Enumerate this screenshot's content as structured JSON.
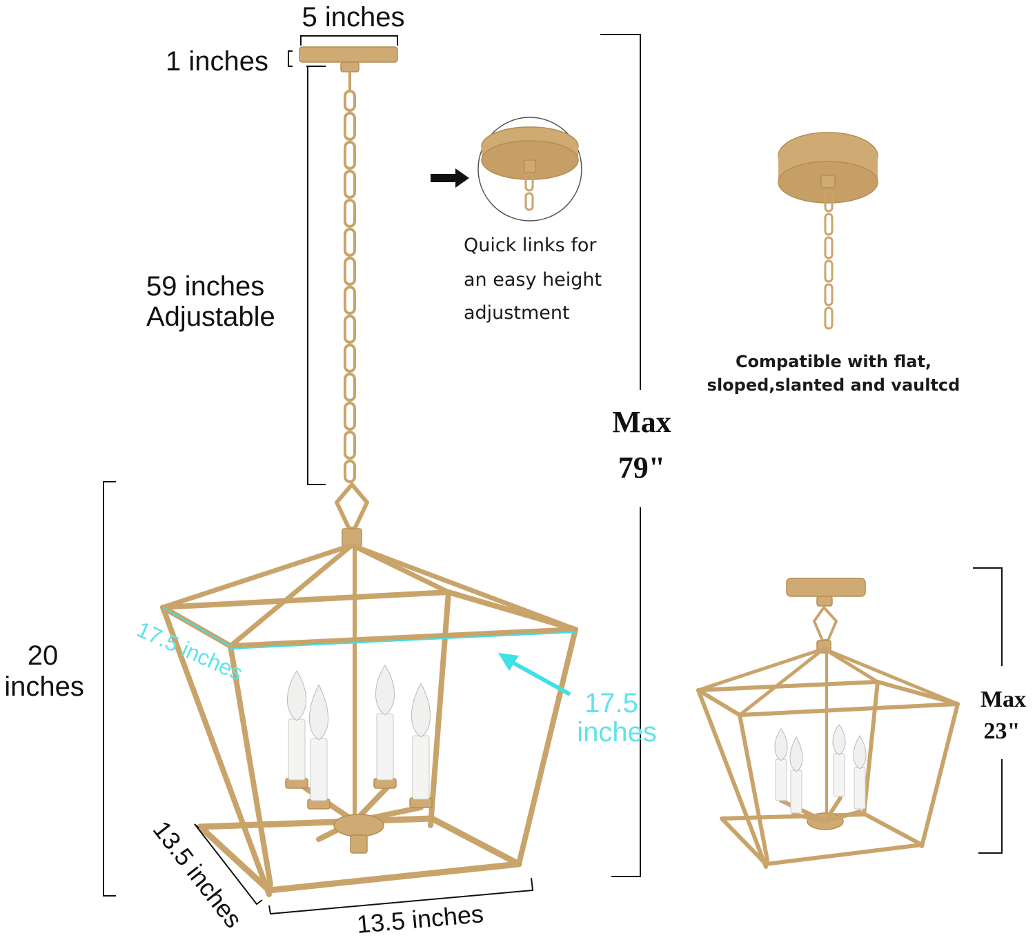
{
  "dimensions": {
    "canopy_width": "5 inches",
    "canopy_height": "1 inches",
    "chain_length_line1": "59 inches",
    "chain_length_line2": "Adjustable",
    "body_height_line1": "20",
    "body_height_line2": "inches",
    "top_frame_depth": "17.5 inches",
    "top_frame_width_line1": "17.5",
    "top_frame_width_line2": "inches",
    "base_depth": "13.5 inches",
    "base_width": "13.5 inches"
  },
  "max_total": {
    "line1": "Max",
    "line2": "79\""
  },
  "quick_links": {
    "line1": "Quick links for",
    "line2": "an easy height",
    "line3": "adjustment"
  },
  "compatibility": {
    "line1": "Compatible with flat,",
    "line2": "sloped,slanted and vaultcd"
  },
  "flush_mount": {
    "line1": "Max",
    "line2": "23\""
  },
  "colors": {
    "gold": "#c9a46a",
    "dimension_lines": "#111111",
    "highlight_cyan": "#3fe0e8"
  }
}
